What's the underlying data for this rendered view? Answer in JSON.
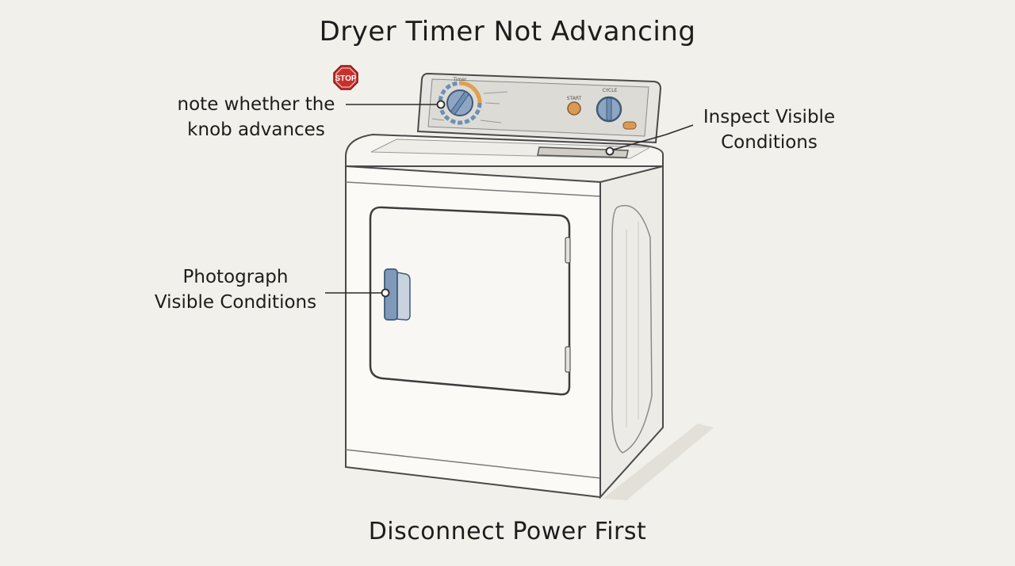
{
  "title": "Dryer Timer Not Advancing",
  "footer": "Disconnect Power First",
  "stop_sign": {
    "label": "STOP",
    "color": "#c9302c"
  },
  "callouts": {
    "knob": {
      "line1": "note whether the",
      "line2": "knob advances"
    },
    "inspect": {
      "line1": "Inspect Visible",
      "line2": "Conditions"
    },
    "photograph": {
      "line1": "Photograph",
      "line2": "Visible Conditions"
    }
  },
  "panel": {
    "timer_dial_label": "Timer",
    "start_label": "START",
    "temp_dial_label": "CYCLE"
  },
  "colors": {
    "background": "#f1f0ea",
    "dial_blue": "#6d8fb3",
    "dial_orange": "#e0a14a",
    "button_orange": "#d99a55",
    "handle_blue": "#7f9ab8",
    "outline": "#4a4a4a"
  }
}
